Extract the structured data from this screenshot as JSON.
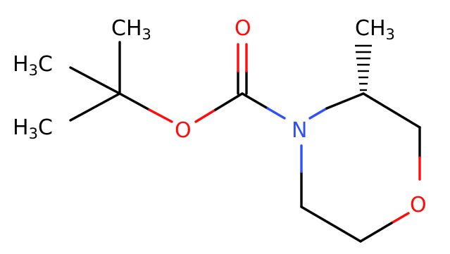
{
  "molecule": {
    "atoms": {
      "methyl_top": {
        "text": "CH",
        "sub": "3",
        "color": "#000000"
      },
      "methyl_left_upper": {
        "pre": "H",
        "sub": "3",
        "post": "C",
        "color": "#000000"
      },
      "methyl_left_lower": {
        "pre": "H",
        "sub": "3",
        "post": "C",
        "color": "#000000"
      },
      "methyl_right": {
        "text": "CH",
        "sub": "3",
        "color": "#000000"
      },
      "carbonyl_oxygen": {
        "text": "O",
        "color": "#ff0d0d"
      },
      "ester_oxygen": {
        "text": "O",
        "color": "#ff0d0d"
      },
      "ring_nitrogen": {
        "text": "N",
        "color": "#3050f8"
      },
      "ring_oxygen": {
        "text": "O",
        "color": "#ff0d0d"
      }
    },
    "stereo": {
      "center": "C3",
      "bond_to_methyl": "hashed-wedge"
    }
  }
}
